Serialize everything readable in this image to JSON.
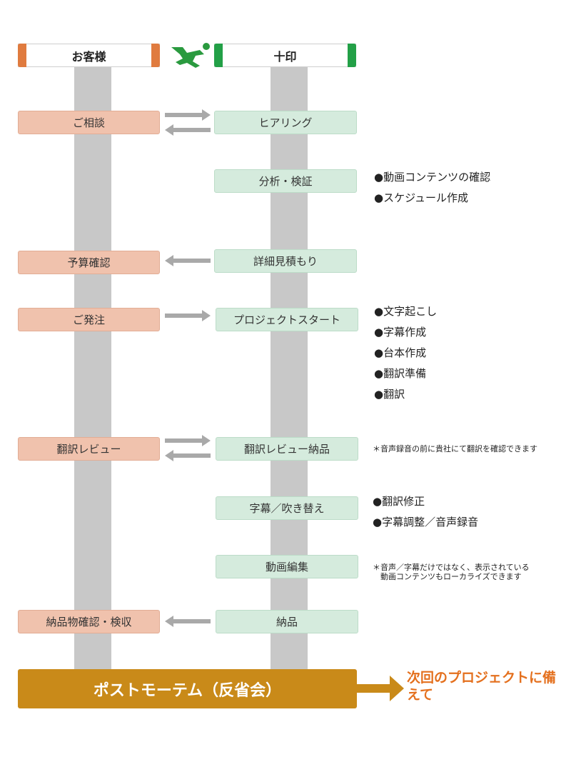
{
  "header": {
    "client_label": "お客様",
    "vendor_label": "十印",
    "client_color": "#e07b3f",
    "vendor_color": "#23a047",
    "logo_color": "#2a9a3f",
    "logo_icon": "running-figure-logo"
  },
  "steps": [
    {
      "client": "ご相談",
      "vendor": "ヒアリング",
      "arrow": "both"
    },
    {
      "client": "",
      "vendor": "分析・検証",
      "arrow": "none"
    },
    {
      "client": "予算確認",
      "vendor": "詳細見積もり",
      "arrow": "left"
    },
    {
      "client": "ご発注",
      "vendor": "プロジェクトスタート",
      "arrow": "right"
    },
    {
      "client": "翻訳レビュー",
      "vendor": "翻訳レビュー納品",
      "arrow": "both"
    },
    {
      "client": "",
      "vendor": "字幕／吹き替え",
      "arrow": "none"
    },
    {
      "client": "",
      "vendor": "動画編集",
      "arrow": "none"
    },
    {
      "client": "納品物確認・検収",
      "vendor": "納品",
      "arrow": "left"
    }
  ],
  "notes": {
    "analysis": [
      "●動画コンテンツの確認",
      "●スケジュール作成"
    ],
    "start": [
      "●文字起こし",
      "●字幕作成",
      "●台本作成",
      "●翻訳準備",
      "●翻訳"
    ],
    "review": "＊音声録音の前に貴社にて翻訳を確認できます",
    "subtitle": [
      "●翻訳修正",
      "●字幕調整／音声録音"
    ],
    "editing": [
      "＊音声／字幕だけではなく、表示されている",
      "　動画コンテンツもローカライズできます"
    ]
  },
  "final": {
    "label": "ポストモーテム（反省会）",
    "next_label": "次回のプロジェクトに備えて",
    "color": "#c98a19",
    "next_color": "#e4701e"
  }
}
